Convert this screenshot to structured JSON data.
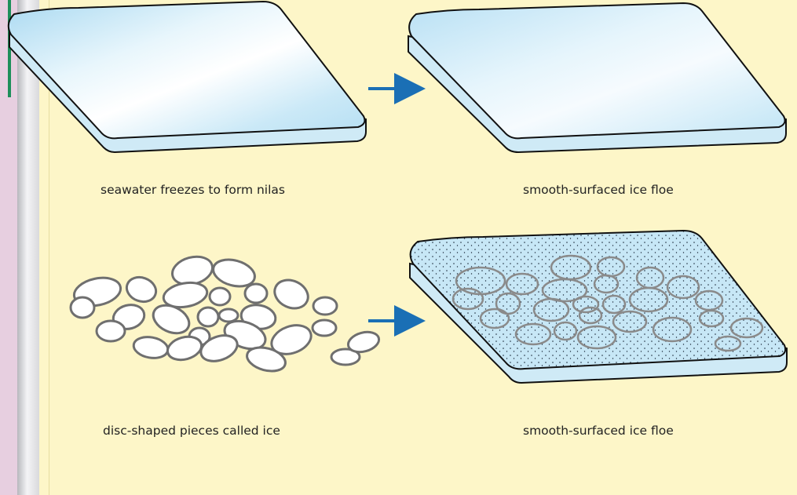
{
  "diagram": {
    "captions": {
      "top_left": "seawater freezes to form nilas",
      "top_right": "smooth-surfaced ice floe",
      "bottom_left": "disc-shaped pieces called ice",
      "bottom_right": "smooth-surfaced ice floe"
    },
    "colors": {
      "background": "#fdf6c8",
      "sidebar": "#e7cfe0",
      "sidebar_tab": "#1e8f5a",
      "arrow": "#1a6fb5",
      "ice_top": "#bfe3f4",
      "ice_side": "#cfeaf6",
      "disc_outline": "#777777"
    },
    "icons": {
      "arrow_top": "right-arrow-icon",
      "arrow_bottom": "right-arrow-icon"
    }
  }
}
